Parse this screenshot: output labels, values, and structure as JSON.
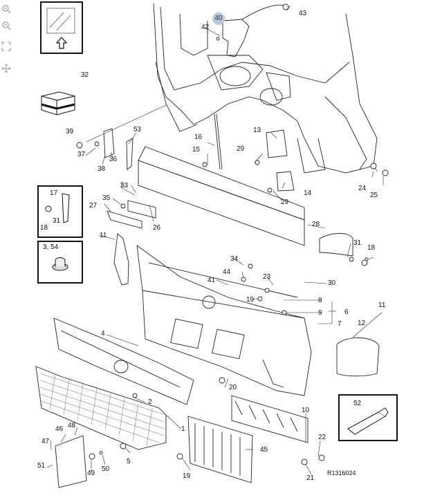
{
  "toolbar": {
    "zoom_in_icon": "zoom-in-icon",
    "zoom_out_icon": "zoom-out-icon",
    "fit_icon": "fit-screen-icon",
    "pan_icon": "move-icon"
  },
  "diagram": {
    "reference_code": "R1316024",
    "highlight_color": "#b6c8dd",
    "callouts": {
      "c1": "1",
      "c2": "2",
      "c3": "3, 54",
      "c4": "4",
      "c5": "5",
      "c6": "6",
      "c7": "7",
      "c8": "8",
      "c9": "9",
      "c10": "10",
      "c11a": "11",
      "c11b": "11",
      "c12": "12",
      "c13": "13",
      "c14": "14",
      "c15": "15",
      "c16": "16",
      "c17": "17",
      "c18a": "18",
      "c18b": "18",
      "c19a": "19",
      "c19b": "19",
      "c20": "20",
      "c21": "21",
      "c22": "22",
      "c23": "23",
      "c24": "24",
      "c25": "25",
      "c26": "26",
      "c27": "27",
      "c28": "28",
      "c29a": "29",
      "c29b": "29",
      "c30": "30",
      "c31a": "31",
      "c31b": "31",
      "c32": "32",
      "c33": "33",
      "c34": "34",
      "c35": "35",
      "c36": "36",
      "c37": "37",
      "c38": "38",
      "c39": "39",
      "c40": "40",
      "c41": "41",
      "c42": "42",
      "c43": "43",
      "c44": "44",
      "c45": "45",
      "c46": "46",
      "c47": "47",
      "c48": "48",
      "c49": "49",
      "c50": "50",
      "c51": "51",
      "c52": "52",
      "c53": "53"
    }
  }
}
